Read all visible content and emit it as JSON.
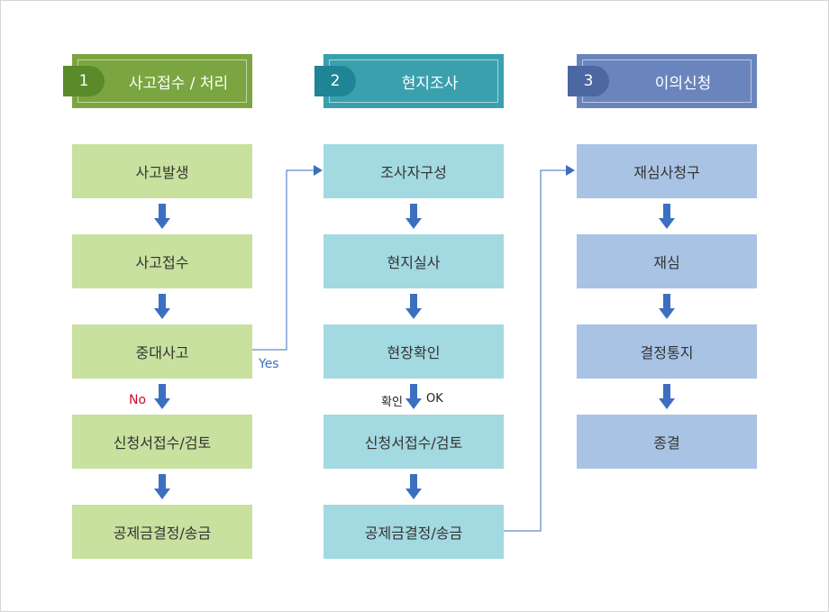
{
  "columns": [
    {
      "number": "1",
      "title": "사고접수 / 처리",
      "header_color": "#7ba540",
      "num_color": "#5a8a2a",
      "steps": [
        "사고발생",
        "사고접수",
        "중대사고",
        "신청서접수/검토",
        "공제금결정/송금"
      ]
    },
    {
      "number": "2",
      "title": "현지조사",
      "header_color": "#3aa0ae",
      "num_color": "#1f8493",
      "steps": [
        "조사자구성",
        "현지실사",
        "현장확인",
        "신청서접수/검토",
        "공제금결정/송금"
      ]
    },
    {
      "number": "3",
      "title": "이의신청",
      "header_color": "#6a85bd",
      "num_color": "#4d67a3",
      "steps": [
        "재심사청구",
        "재심",
        "결정통지",
        "종결"
      ]
    }
  ],
  "labels": {
    "yes": "Yes",
    "no": "No",
    "confirm": "확인",
    "ok": "OK"
  },
  "colors": {
    "arrow": "#3c6fc1",
    "connector": "#3c6fc1",
    "no_label": "#c8102e",
    "yes_label": "#3c6fc1"
  }
}
